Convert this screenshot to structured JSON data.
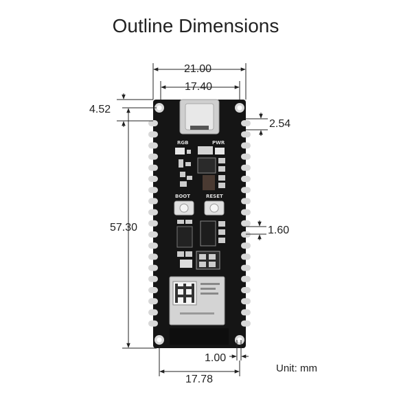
{
  "title": "Outline Dimensions",
  "dimensions": {
    "overall_width": "21.00",
    "usb_width": "17.40",
    "top_hole_offset": "4.52",
    "pin_pitch": "2.54",
    "length": "57.30",
    "pad_width": "1.60",
    "pad_offset": "1.00",
    "hole_spacing": "17.78"
  },
  "unit_label": "Unit: mm",
  "board": {
    "labels": {
      "rgb": "RGB",
      "pwr": "PWR",
      "boot": "BOOT",
      "reset": "RESET"
    },
    "colors": {
      "board": "#151515",
      "pad": "#d8d8d8",
      "dimension_line": "#222222"
    }
  }
}
